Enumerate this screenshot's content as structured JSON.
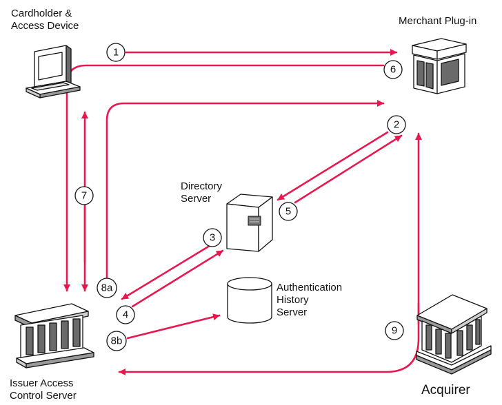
{
  "nodes": {
    "cardholder": {
      "line1": "Cardholder &",
      "line2": "Access Device"
    },
    "merchant": {
      "label": "Merchant Plug-in"
    },
    "directory": {
      "line1": "Directory",
      "line2": "Server"
    },
    "history": {
      "line1": "Authentication",
      "line2": "History",
      "line3": "Server"
    },
    "issuer": {
      "line1": "Issuer Access",
      "line2": "Control Server"
    },
    "acquirer": {
      "label": "Acquirer"
    }
  },
  "steps": [
    "1",
    "6",
    "2",
    "5",
    "3",
    "4",
    "7",
    "8a",
    "8b",
    "9"
  ],
  "icons": {
    "cardholder": "desktop-computer-icon",
    "merchant": "storefront-icon",
    "directory": "server-box-icon",
    "history": "database-cylinder-icon",
    "issuer": "bank-building-icon",
    "acquirer": "bank-building-icon"
  },
  "colors": {
    "arrow": "#e8184f",
    "outline": "#111111",
    "background": "#ffffff"
  }
}
